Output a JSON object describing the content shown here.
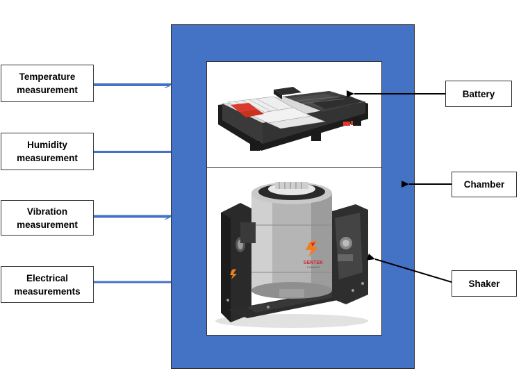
{
  "inputs": [
    {
      "id": "temperature",
      "line1": "Temperature",
      "line2": "measurement"
    },
    {
      "id": "humidity",
      "line1": "Humidity",
      "line2": "measurement"
    },
    {
      "id": "vibration",
      "line1": "Vibration",
      "line2": "measurement"
    },
    {
      "id": "electrical",
      "line1": "Electrical",
      "line2": "measurements"
    }
  ],
  "labels": {
    "battery": "Battery",
    "chamber": "Chamber",
    "shaker": "Shaker"
  },
  "shaker_brand": {
    "name": "SENTEK",
    "tagline": "DYNAMICS"
  },
  "colors": {
    "chamber": "#4472c4",
    "connector": "#4472c4",
    "pointer": "#000000",
    "battery_accent": "#d93a2b",
    "brand_orange": "#f07d1e",
    "brand_red": "#d4242a"
  }
}
